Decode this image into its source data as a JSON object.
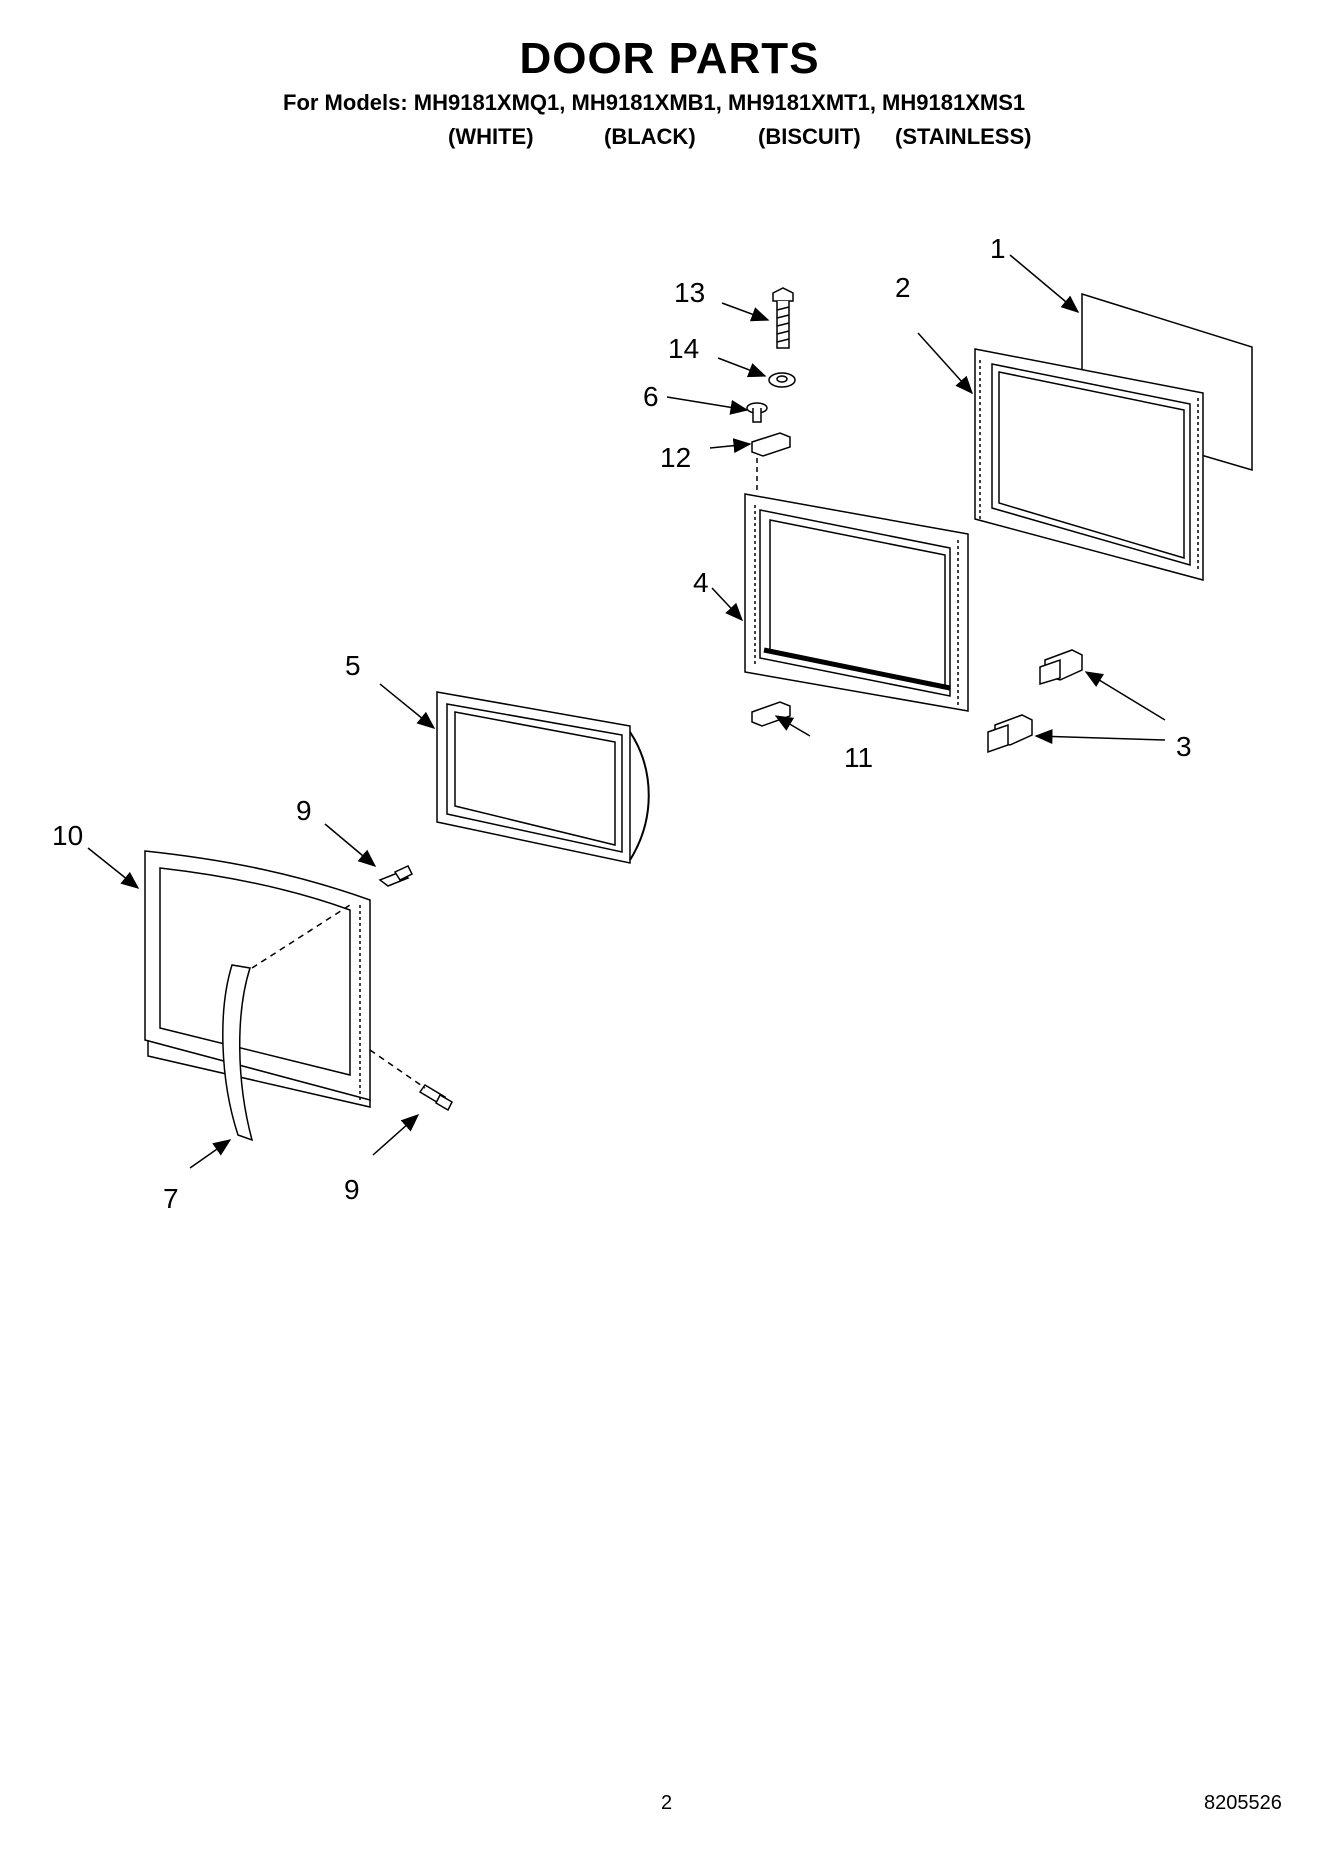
{
  "header": {
    "title": "DOOR PARTS",
    "models_line": "For Models: MH9181XMQ1, MH9181XMB1, MH9181XMT1, MH9181XMS1",
    "colors": [
      "(WHITE)",
      "(BLACK)",
      "(BISCUIT)",
      "(STAINLESS)"
    ]
  },
  "callouts": [
    "1",
    "2",
    "3",
    "4",
    "5",
    "6",
    "7",
    "9",
    "9",
    "10",
    "11",
    "12",
    "13",
    "14"
  ],
  "footer": {
    "page_number": "2",
    "doc_number": "8205526"
  }
}
